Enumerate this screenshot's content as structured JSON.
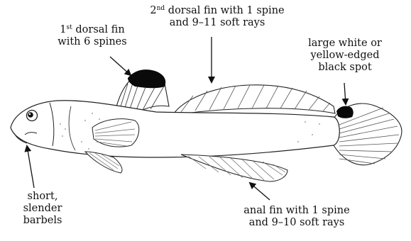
{
  "annotations": {
    "first_dorsal": {
      "ordinal_num": "1",
      "ordinal_suffix": "st",
      "line1_rest": " dorsal fin",
      "line2": "with 6 spines"
    },
    "second_dorsal": {
      "ordinal_num": "2",
      "ordinal_suffix": "nd",
      "line1_rest": " dorsal fin with 1 spine",
      "line2": "and 9–11 soft rays"
    },
    "caudal_spot": {
      "line1": "large white or",
      "line2": "yellow-edged",
      "line3": "black spot"
    },
    "barbels": {
      "line1": "short,",
      "line2": "slender",
      "line3": "barbels"
    },
    "anal_fin": {
      "line1": "anal fin with 1 spine",
      "line2": "and 9–10 soft rays"
    }
  },
  "colors": {
    "ink": "#111111",
    "fin_spot": "#0a0a0a",
    "background": "#ffffff"
  }
}
